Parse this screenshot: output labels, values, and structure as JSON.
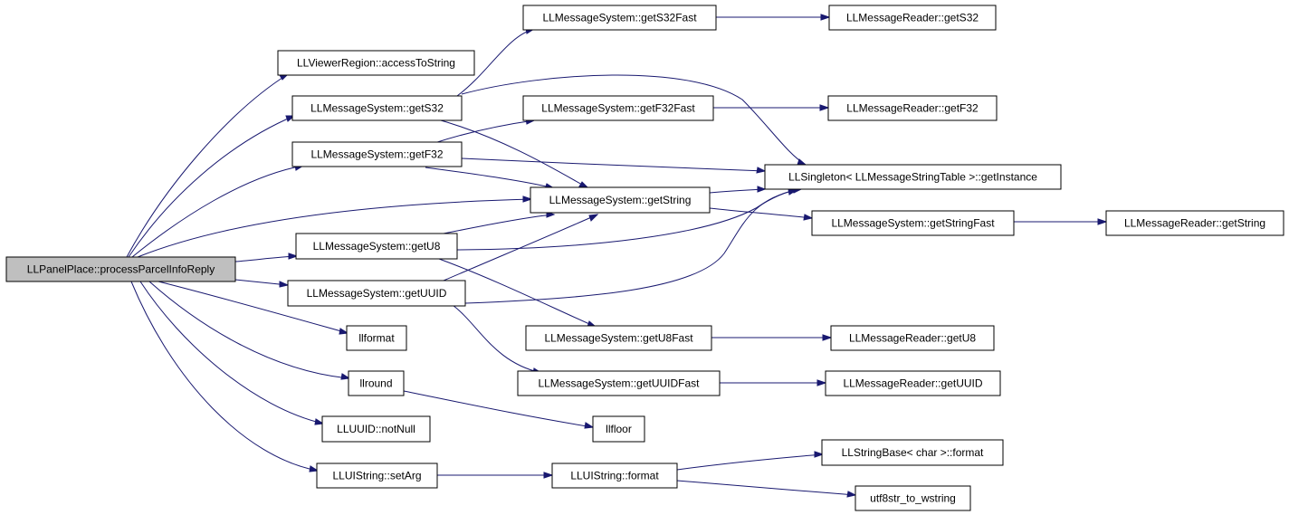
{
  "graph": {
    "root": "LLPanelPlace::processParcelInfoReply",
    "nodes": {
      "root": "LLPanelPlace::processParcelInfoReply",
      "access": "LLViewerRegion::accessToString",
      "getS32": "LLMessageSystem::getS32",
      "getF32": "LLMessageSystem::getF32",
      "getString": "LLMessageSystem::getString",
      "getU8": "LLMessageSystem::getU8",
      "getUUID": "LLMessageSystem::getUUID",
      "llformat": "llformat",
      "llround": "llround",
      "notNull": "LLUUID::notNull",
      "setArg": "LLUIString::setArg",
      "getS32Fast": "LLMessageSystem::getS32Fast",
      "getF32Fast": "LLMessageSystem::getF32Fast",
      "getU8Fast": "LLMessageSystem::getU8Fast",
      "getUUIDFast": "LLMessageSystem::getUUIDFast",
      "llfloor": "llfloor",
      "uiFormat": "LLUIString::format",
      "readerS32": "LLMessageReader::getS32",
      "readerF32": "LLMessageReader::getF32",
      "singleton": "LLSingleton< LLMessageStringTable >::getInstance",
      "getStringFast": "LLMessageSystem::getStringFast",
      "readerString": "LLMessageReader::getString",
      "readerU8": "LLMessageReader::getU8",
      "readerUUID": "LLMessageReader::getUUID",
      "strFormat": "LLStringBase< char >::format",
      "utf8": "utf8str_to_wstring"
    }
  }
}
